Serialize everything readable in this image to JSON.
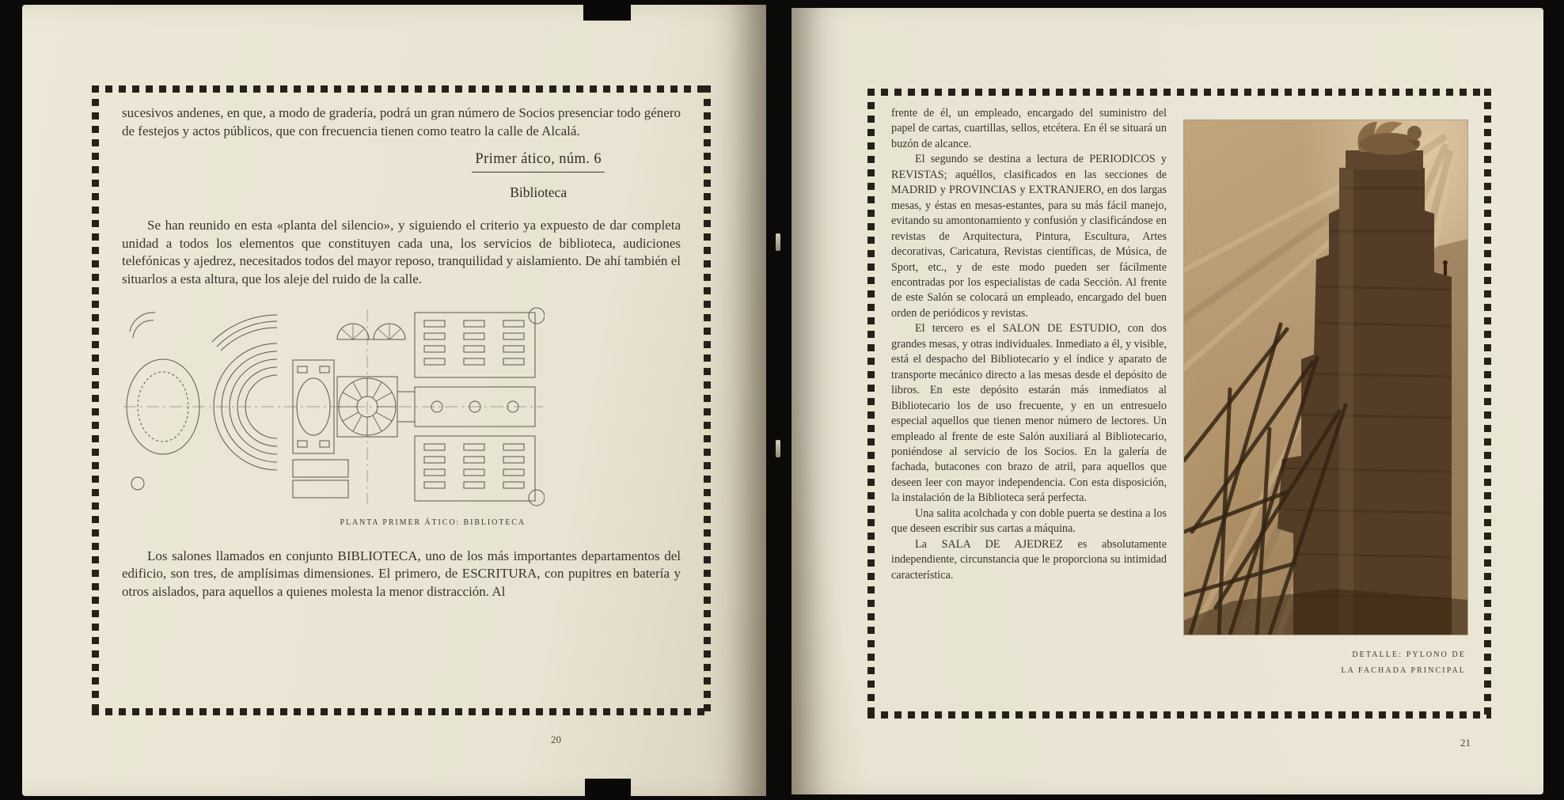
{
  "colors": {
    "paper": "#e8e3d2",
    "ink": "#39332a",
    "frame_dots": "#262019",
    "photo_sepia_light": "#c9ad83",
    "photo_sepia_dark": "#503a25"
  },
  "left_page": {
    "page_number": "20",
    "para_continuation": "sucesivos andenes, en que, a modo de gradería, podrá un gran número de Socios presenciar todo género de festejos y actos públicos, que con frecuencia tienen como teatro la calle de Alcalá.",
    "section_heading": "Primer ático, núm. 6",
    "section_subheading": "Biblioteca",
    "para_intro": "Se han reunido en esta «planta del silencio», y siguiendo el criterio ya expuesto de dar completa unidad a todos los elementos que constituyen cada una, los servicios de biblioteca, audiciones telefónicas y ajedrez, necesitados todos del mayor reposo, tranquilidad y aislamiento. De ahí también el situarlos a esta altura, que los aleje del ruido de la calle.",
    "plan_caption": "PLANTA PRIMER ÁTICO: BIBLIOTECA",
    "para_salones": "Los salones llamados en conjunto BIBLIOTECA, uno de los más importantes departamentos del edificio, son tres, de amplísimas dimensiones. El primero, de ESCRITURA, con pupitres en batería y otros aislados, para aquellos a quienes molesta la menor distracción. Al"
  },
  "right_page": {
    "page_number": "21",
    "paragraphs": [
      "frente de él, un empleado, encargado del suministro del papel de cartas, cuartillas, sellos, etcétera. En él se situará un buzón de alcance.",
      "El segundo se destina a lectura de PERIODICOS y REVISTAS; aquéllos, clasificados en las secciones de MADRID y PROVINCIAS y EXTRANJERO, en dos largas mesas, y éstas en mesas-estantes, para su más fácil manejo, evitando su amontonamiento y confusión y clasificándose en revistas de Arquitectura, Pintura, Escultura, Artes decorativas, Caricatura, Revistas científicas, de Música, de Sport, etc., y de este modo pueden ser fácilmente encontradas por los especialistas de cada Sección. Al frente de este Salón se colocará un empleado, encargado del buen orden de periódicos y revistas.",
      "El tercero es el SALON DE ESTUDIO, con dos grandes mesas, y otras individuales. Inmediato a él, y visible, está el despacho del Bibliotecario y el índice y aparato de transporte mecánico directo a las mesas desde el depósito de libros. En este depósito estarán más inmediatos al Bibliotecario los de uso frecuente, y en un entresuelo especial aquellos que tienen menor número de lectores. Un empleado al frente de este Salón auxiliará al Bibliotecario, poniéndose al servicio de los Socios. En la galería de fachada, butacones con brazo de atril, para aquellos que deseen leer con mayor independencia. Con esta disposición, la instalación de la Biblioteca será perfecta.",
      "Una salita acolchada y con doble puerta se destina a los que deseen escribir sus cartas a máquina.",
      "La SALA DE AJEDREZ es absolutamente independiente, circunstancia que le proporciona su intimidad característica."
    ],
    "photo_caption_line1": "DETALLE: PYLONO DE",
    "photo_caption_line2": "LA FACHADA PRINCIPAL"
  }
}
